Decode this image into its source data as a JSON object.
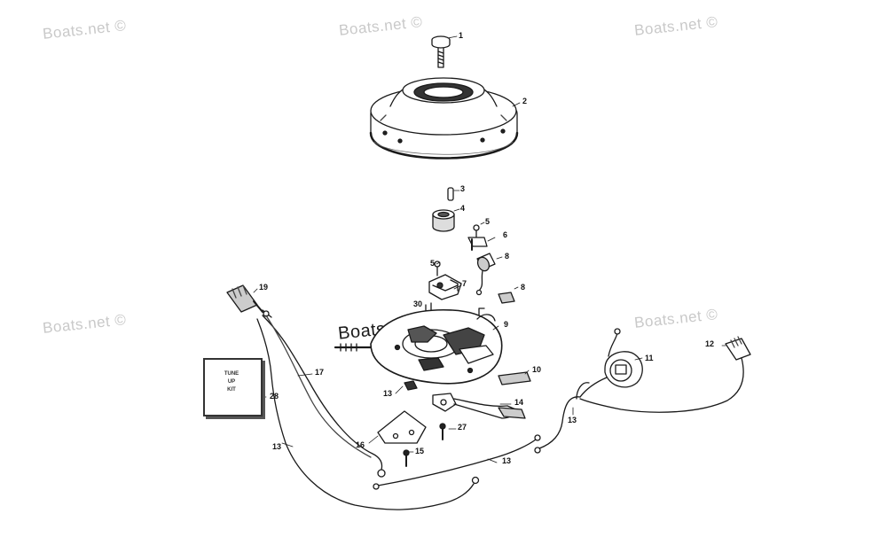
{
  "watermark": {
    "text": "Boats.net ©"
  },
  "kit_label": "TUNE\nUP\nKIT",
  "callouts": [
    {
      "id": "c1",
      "label": "1"
    },
    {
      "id": "c2",
      "label": "2"
    },
    {
      "id": "c3",
      "label": "3"
    },
    {
      "id": "c4",
      "label": "4"
    },
    {
      "id": "c5a",
      "label": "5"
    },
    {
      "id": "c6",
      "label": "6"
    },
    {
      "id": "c5b",
      "label": "5"
    },
    {
      "id": "c8a",
      "label": "8"
    },
    {
      "id": "c7",
      "label": "7"
    },
    {
      "id": "c8b",
      "label": "8"
    },
    {
      "id": "c19",
      "label": "19"
    },
    {
      "id": "c30",
      "label": "30"
    },
    {
      "id": "c9",
      "label": "9"
    },
    {
      "id": "c17",
      "label": "17"
    },
    {
      "id": "c10",
      "label": "10"
    },
    {
      "id": "c11",
      "label": "11"
    },
    {
      "id": "c12",
      "label": "12"
    },
    {
      "id": "c13a",
      "label": "13"
    },
    {
      "id": "c14",
      "label": "14"
    },
    {
      "id": "c13b",
      "label": "13"
    },
    {
      "id": "c28",
      "label": "28"
    },
    {
      "id": "c27",
      "label": "27"
    },
    {
      "id": "c16",
      "label": "16"
    },
    {
      "id": "c15",
      "label": "15"
    },
    {
      "id": "c13c",
      "label": "13"
    },
    {
      "id": "c13d",
      "label": "13"
    }
  ]
}
